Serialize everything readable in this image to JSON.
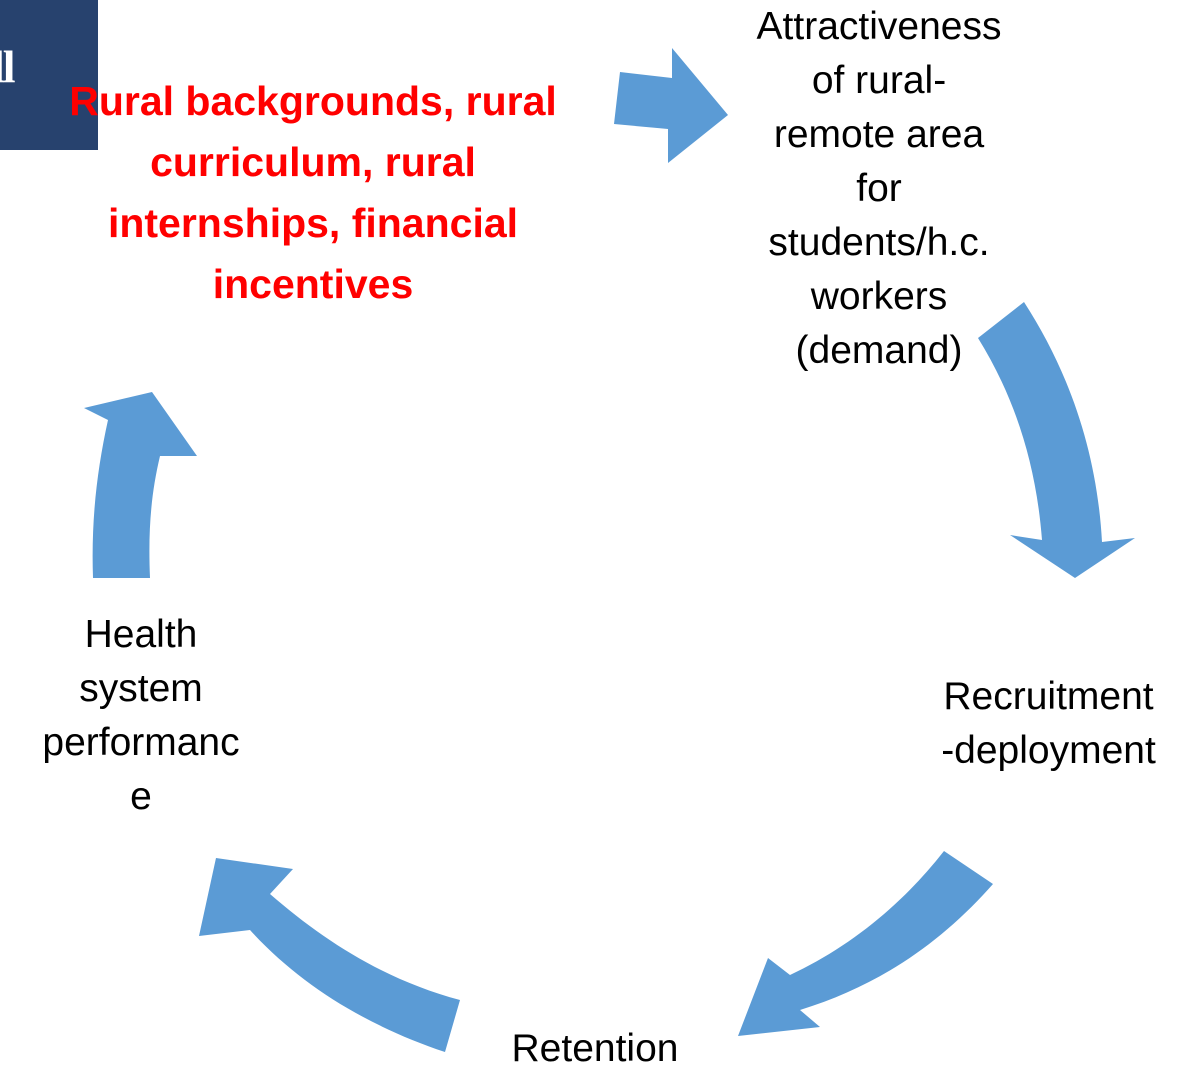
{
  "logo": {
    "text": "ll",
    "background": "#27426e"
  },
  "colors": {
    "arrow": "#5b9bd5",
    "intervention_text": "#ff0000",
    "node_text": "#000000"
  },
  "cycle": {
    "interventions": {
      "lines": [
        "Rural backgrounds, rural",
        "curriculum, rural",
        "internships, financial",
        "incentives"
      ]
    },
    "attractiveness": {
      "lines": [
        "Attractiveness",
        "of rural-",
        "remote area",
        "for",
        "students/h.c.",
        "workers",
        "(demand)"
      ]
    },
    "recruitment": {
      "lines": [
        "Recruitment",
        "-deployment"
      ]
    },
    "retention": {
      "lines": [
        "Retention"
      ]
    },
    "health_system": {
      "lines": [
        "Health",
        "system",
        "performanc",
        "e"
      ]
    }
  }
}
